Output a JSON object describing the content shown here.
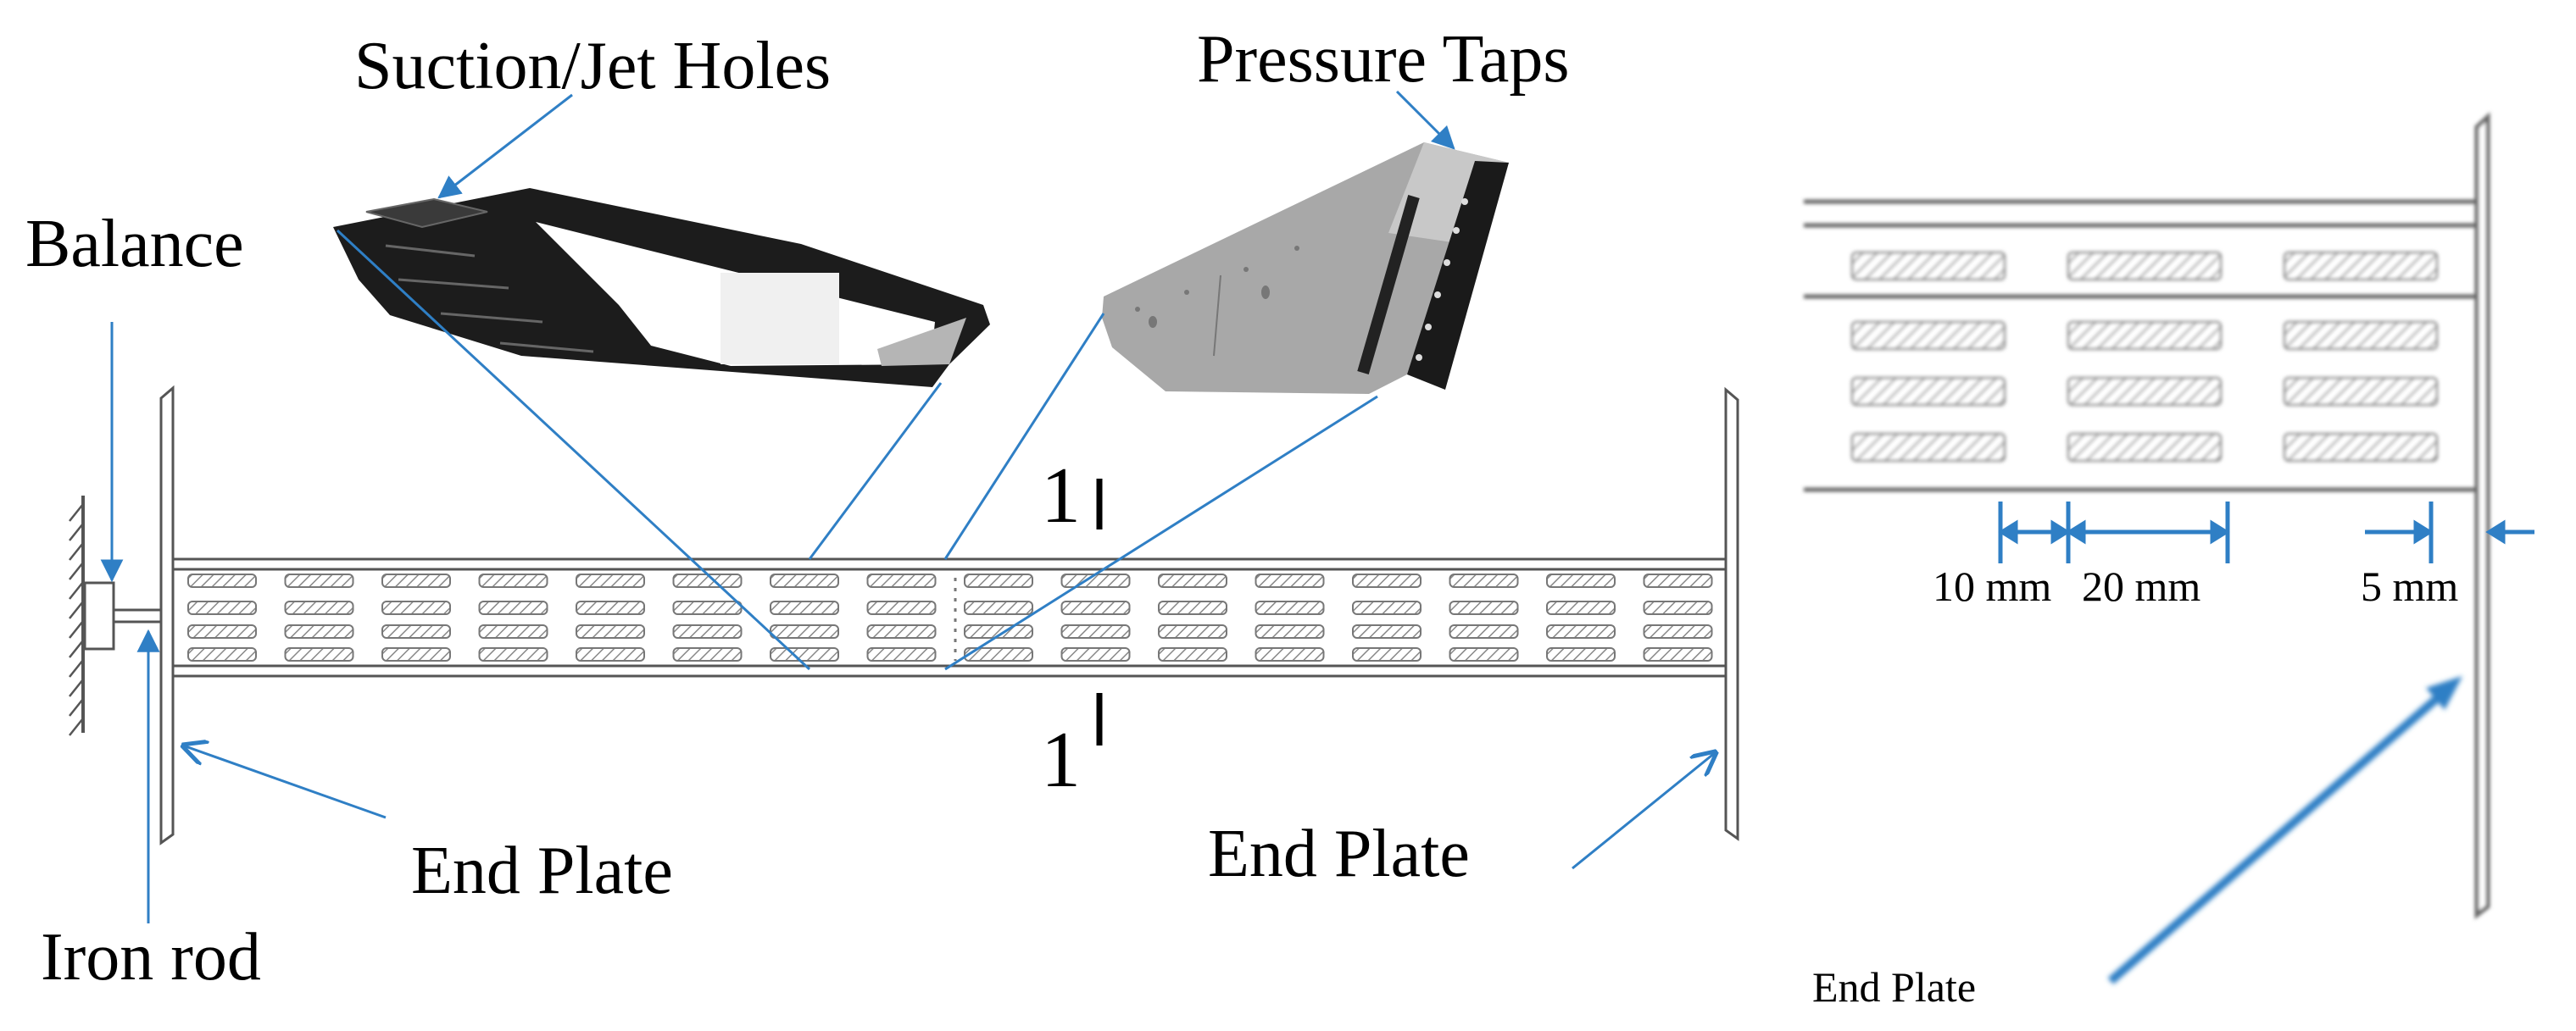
{
  "labels": {
    "suction_jet_holes": "Suction/Jet Holes",
    "pressure_taps": "Pressure Taps",
    "balance": "Balance",
    "end_plate_left": "End Plate",
    "end_plate_right": "End Plate",
    "iron_rod": "Iron rod",
    "section_top": "1",
    "section_bottom": "1",
    "dim_10mm": "10 mm",
    "dim_20mm": "20 mm",
    "dim_5mm": "5 mm",
    "end_plate_detail": "End Plate"
  },
  "colors": {
    "leader_line": "#2f7fc5",
    "outline": "#555555",
    "slot_fill": "#bfbfbf",
    "airfoil_dark": "#1c1c1c",
    "airfoil_gray": "#a8a8a8"
  },
  "model": {
    "span_slot_columns": 16,
    "slot_rows": 4,
    "detail_slot_columns": 3
  }
}
